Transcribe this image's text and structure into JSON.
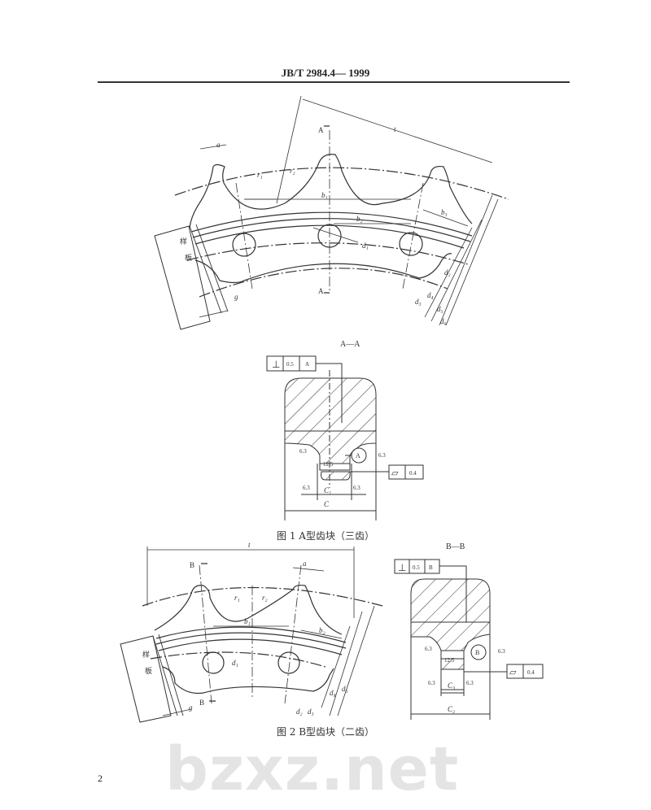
{
  "header": {
    "standard_number": "JB/T  2984.4— 1999"
  },
  "watermark": "bzxz.net",
  "figure1": {
    "caption": "图 1   A型齿块（三齿）",
    "labels": {
      "t": "t",
      "a": "a",
      "r1": "r₁",
      "r2": "r₂",
      "b1": "b₁",
      "b2": "b₂",
      "b3": "b₃",
      "d1": "d₁",
      "d2": "d₂",
      "d3": "d₃",
      "d4": "d₄",
      "d5": "d₅",
      "d6": "d₆",
      "g": "g",
      "section_mark": "A",
      "plate_1": "样",
      "plate_2": "板"
    },
    "section_title": "A—A",
    "perpendicularity": {
      "symbol": "⊥",
      "value": "0.5",
      "datum": "A"
    },
    "flatness": {
      "symbol": "▱",
      "value": "0.4"
    },
    "roughness": [
      "6.3",
      "6.3",
      "12.5",
      "6.3",
      "6.3"
    ],
    "datum_circle": "A",
    "dims": {
      "c": "C",
      "c1": "C₁"
    }
  },
  "figure2": {
    "caption": "图 2   B型齿块（二齿）",
    "labels": {
      "t": "t",
      "a": "a",
      "r1": "r₁",
      "r2": "r₂",
      "b1": "b₁",
      "b2": "b₂",
      "d1": "d₁",
      "d2": "d₂",
      "d3": "d₃",
      "d4": "d₄",
      "d5": "d₅",
      "g": "g",
      "section_mark": "B",
      "plate_1": "样",
      "plate_2": "板"
    },
    "section_title": "B—B",
    "perpendicularity": {
      "symbol": "⊥",
      "value": "0.5",
      "datum": "B"
    },
    "flatness": {
      "symbol": "▱",
      "value": "0.4"
    },
    "roughness": [
      "6.3",
      "6.3",
      "12.5",
      "6.3",
      "6.3"
    ],
    "datum_circle": "B",
    "dims": {
      "c2": "C₂",
      "c3": "C₃"
    }
  },
  "page_number": "2"
}
